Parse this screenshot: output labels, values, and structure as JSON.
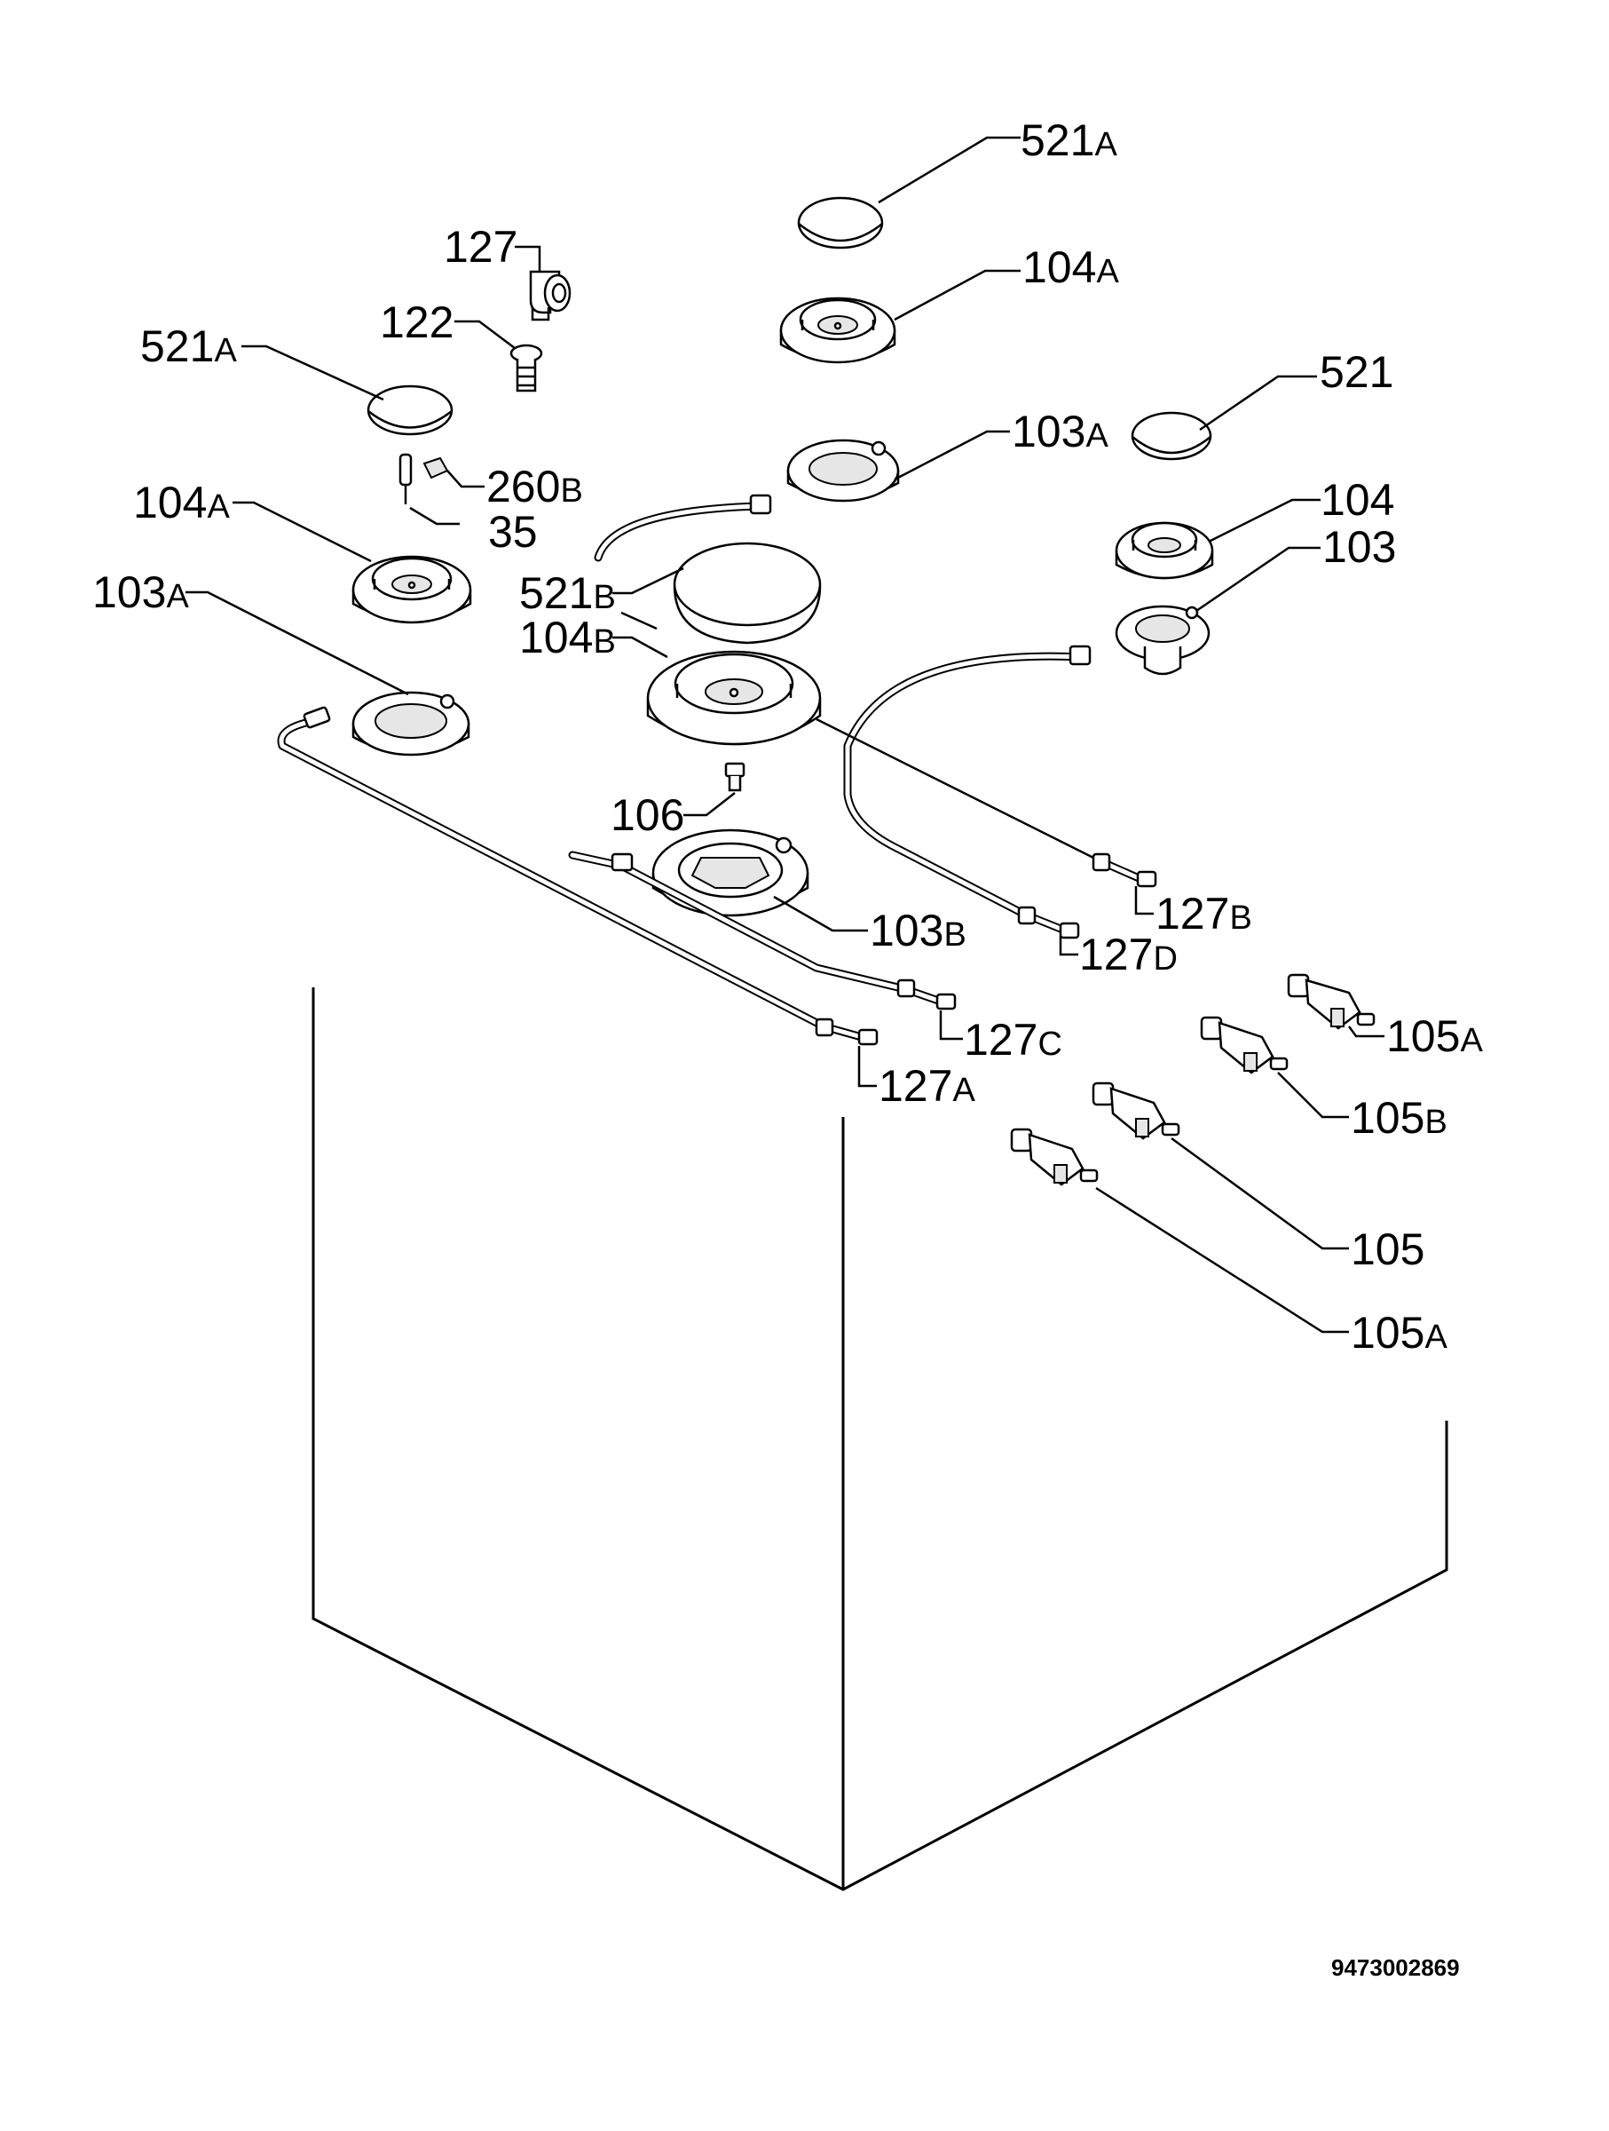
{
  "document_number": "9473002869",
  "callouts": [
    {
      "id": "c521A-top",
      "num": "521",
      "suffix": "A"
    },
    {
      "id": "c104A-top",
      "num": "104",
      "suffix": "A"
    },
    {
      "id": "c127",
      "num": "127",
      "suffix": ""
    },
    {
      "id": "c122",
      "num": "122",
      "suffix": ""
    },
    {
      "id": "c521A-left",
      "num": "521",
      "suffix": "A"
    },
    {
      "id": "c521",
      "num": "521",
      "suffix": ""
    },
    {
      "id": "c103A-mid",
      "num": "103",
      "suffix": "A"
    },
    {
      "id": "c260B",
      "num": "260",
      "suffix": "B"
    },
    {
      "id": "c104A-left",
      "num": "104",
      "suffix": "A"
    },
    {
      "id": "c35",
      "num": "35",
      "suffix": ""
    },
    {
      "id": "c104",
      "num": "104",
      "suffix": ""
    },
    {
      "id": "c103",
      "num": "103",
      "suffix": ""
    },
    {
      "id": "c103A-left",
      "num": "103",
      "suffix": "A"
    },
    {
      "id": "c521B",
      "num": "521",
      "suffix": "B"
    },
    {
      "id": "c104B",
      "num": "104",
      "suffix": "B"
    },
    {
      "id": "c106",
      "num": "106",
      "suffix": ""
    },
    {
      "id": "c127B",
      "num": "127",
      "suffix": "B"
    },
    {
      "id": "c103B",
      "num": "103",
      "suffix": "B"
    },
    {
      "id": "c127D",
      "num": "127",
      "suffix": "D"
    },
    {
      "id": "c127C",
      "num": "127",
      "suffix": "C"
    },
    {
      "id": "c105A-top",
      "num": "105",
      "suffix": "A"
    },
    {
      "id": "c127A",
      "num": "127",
      "suffix": "A"
    },
    {
      "id": "c105B",
      "num": "105",
      "suffix": "B"
    },
    {
      "id": "c105",
      "num": "105",
      "suffix": ""
    },
    {
      "id": "c105A-bottom",
      "num": "105",
      "suffix": "A"
    }
  ]
}
